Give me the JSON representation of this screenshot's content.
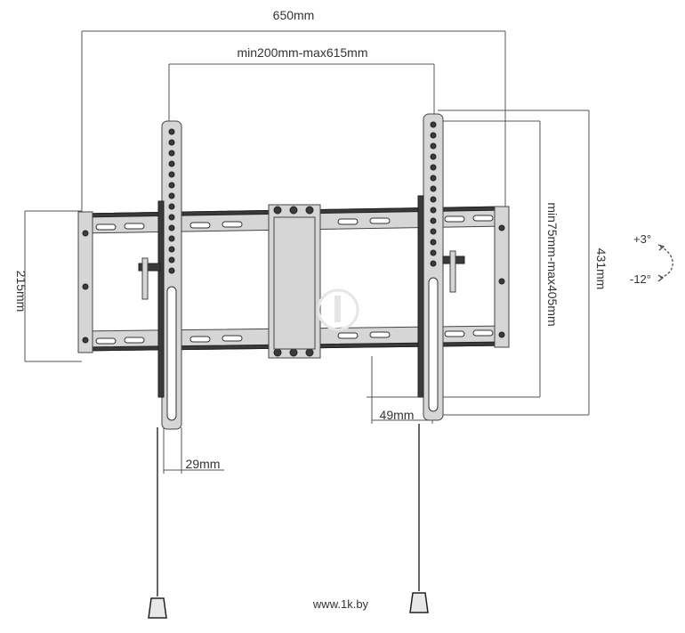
{
  "dimensions": {
    "total_width": "650mm",
    "vesa_horizontal": "min200mm-max615mm",
    "frame_height": "215mm",
    "arm_height": "431mm",
    "vesa_vertical": "min75mm-max405mm",
    "depth": "49mm",
    "arm_width": "29mm"
  },
  "tilt": {
    "up": "+3°",
    "down": "-12°"
  },
  "watermark": "www.1k.by"
}
